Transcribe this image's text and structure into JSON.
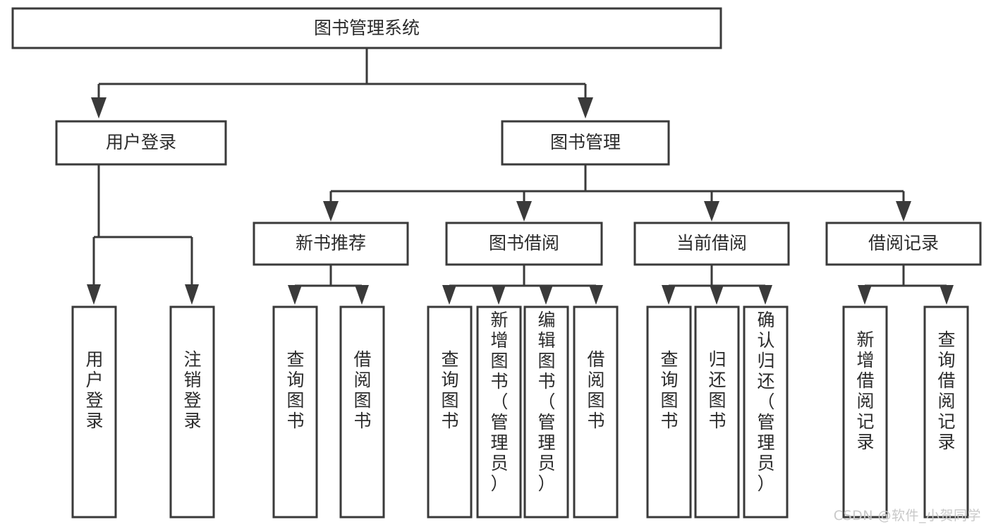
{
  "diagram": {
    "type": "tree-hierarchy",
    "title": "图书管理系统",
    "watermark": "CSDN @软件_小贺同学",
    "colors": {
      "background": "#ffffff",
      "box_fill": "#ffffff",
      "box_stroke": "#3a3a3a",
      "connector": "#3a3a3a",
      "text": "#2b2b2b",
      "watermark": "#c9c9c9"
    },
    "levels": [
      {
        "level": 1,
        "nodes": [
          {
            "id": "root",
            "label": "图书管理系统",
            "orientation": "horizontal"
          }
        ]
      },
      {
        "level": 2,
        "nodes": [
          {
            "id": "login",
            "label": "用户登录",
            "orientation": "horizontal",
            "parent": "root"
          },
          {
            "id": "bookmgmt",
            "label": "图书管理",
            "orientation": "horizontal",
            "parent": "root"
          }
        ]
      },
      {
        "level": 3,
        "nodes": [
          {
            "id": "newbook",
            "label": "新书推荐",
            "orientation": "horizontal",
            "parent": "bookmgmt"
          },
          {
            "id": "borrow",
            "label": "图书借阅",
            "orientation": "horizontal",
            "parent": "bookmgmt"
          },
          {
            "id": "current",
            "label": "当前借阅",
            "orientation": "horizontal",
            "parent": "bookmgmt"
          },
          {
            "id": "records",
            "label": "借阅记录",
            "orientation": "horizontal",
            "parent": "bookmgmt"
          }
        ]
      },
      {
        "level": 4,
        "nodes": [
          {
            "id": "leaf1",
            "label": "用户登录",
            "orientation": "vertical",
            "parent": "login"
          },
          {
            "id": "leaf2",
            "label": "注销登录",
            "orientation": "vertical",
            "parent": "login"
          },
          {
            "id": "leaf3",
            "label": "查询图书",
            "orientation": "vertical",
            "parent": "newbook"
          },
          {
            "id": "leaf4",
            "label": "借阅图书",
            "orientation": "vertical",
            "parent": "newbook"
          },
          {
            "id": "leaf5",
            "label": "查询图书",
            "orientation": "vertical",
            "parent": "borrow"
          },
          {
            "id": "leaf6",
            "label": "新增图书（管理员）",
            "orientation": "vertical",
            "parent": "borrow"
          },
          {
            "id": "leaf7",
            "label": "编辑图书（管理员）",
            "orientation": "vertical",
            "parent": "borrow"
          },
          {
            "id": "leaf8",
            "label": "借阅图书",
            "orientation": "vertical",
            "parent": "borrow"
          },
          {
            "id": "leaf9",
            "label": "查询图书",
            "orientation": "vertical",
            "parent": "current"
          },
          {
            "id": "leaf10",
            "label": "归还图书",
            "orientation": "vertical",
            "parent": "current"
          },
          {
            "id": "leaf11",
            "label": "确认归还（管理员）",
            "orientation": "vertical",
            "parent": "current"
          },
          {
            "id": "leaf12",
            "label": "新增借阅记录",
            "orientation": "vertical",
            "parent": "records"
          },
          {
            "id": "leaf13",
            "label": "查询借阅记录",
            "orientation": "vertical",
            "parent": "records"
          }
        ]
      }
    ]
  }
}
